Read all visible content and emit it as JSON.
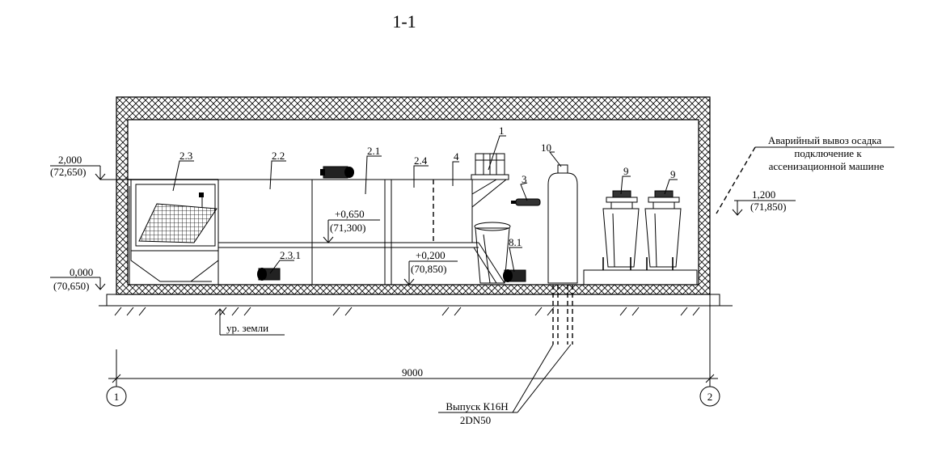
{
  "title": "1-1",
  "levels": {
    "top": {
      "mark": "2,000",
      "abs": "(72,650)"
    },
    "floor": {
      "mark": "0,000",
      "abs": "(70,650)"
    },
    "right": {
      "mark": "1,200",
      "abs": "(71,850)"
    },
    "pipe_upper": {
      "mark": "+0,650",
      "abs": "(71,300)"
    },
    "pipe_lower": {
      "mark": "+0,200",
      "abs": "(70,850)"
    }
  },
  "labels": {
    "l_2_3": "2.3",
    "l_2_2": "2.2",
    "l_2_1": "2.1",
    "l_2_4": "2.4",
    "l_4": "4",
    "l_1": "1",
    "l_10": "10",
    "l_3": "3",
    "l_9a": "9",
    "l_9b": "9",
    "l_2_3_1": "2.3.1",
    "l_8_1": "8.1"
  },
  "note": {
    "line1": "Аварийный вывоз осадка",
    "line2": "подключение к",
    "line3": "ассенизационной машине"
  },
  "ground": "ур. земли",
  "dimension": "9000",
  "axes": {
    "a1": "1",
    "a2": "2"
  },
  "outlet": {
    "line1": "Выпуск К16Н",
    "line2": "2DN50"
  }
}
